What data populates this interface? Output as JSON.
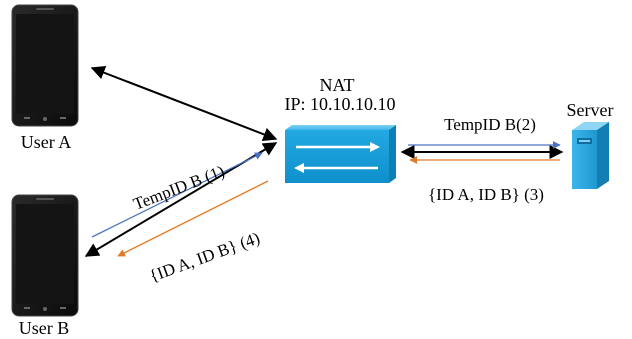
{
  "nodes": {
    "user_a": {
      "label": "User A"
    },
    "user_b": {
      "label": "User B"
    },
    "nat": {
      "title": "NAT",
      "ip": "IP: 10.10.10.10"
    },
    "server": {
      "label": "Server"
    }
  },
  "messages": {
    "m1": "TempID B (1)",
    "m2": "TempID B(2)",
    "m3": "{ID A, ID B} (3)",
    "m4": "{ID A, ID B} (4)"
  },
  "colors": {
    "request_arrow": "#4a72c4",
    "response_arrow": "#e07b2a",
    "connection": "#000000",
    "nat_body": "#1aa0dc",
    "server_body": "#2aa8e0"
  },
  "icons": [
    "phone-icon",
    "router-icon",
    "server-icon"
  ]
}
